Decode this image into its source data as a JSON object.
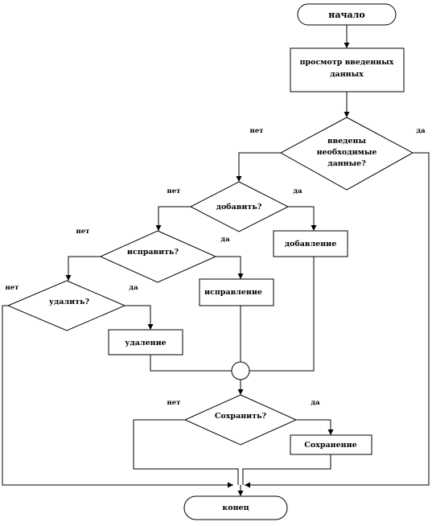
{
  "diagram": {
    "start": "начало",
    "view": [
      "просмотр введенных",
      "данных"
    ],
    "q_entered": [
      "введены",
      "необходимые",
      "данные?"
    ],
    "q_add": "добавить?",
    "q_fix": "исправить?",
    "q_delete": "удалить?",
    "add": "добавление",
    "fix": "исправление",
    "delete": "удаление",
    "q_save": "Сохранить?",
    "save": "Сохранение",
    "end": "конец",
    "yes": "да",
    "no": "нет"
  }
}
